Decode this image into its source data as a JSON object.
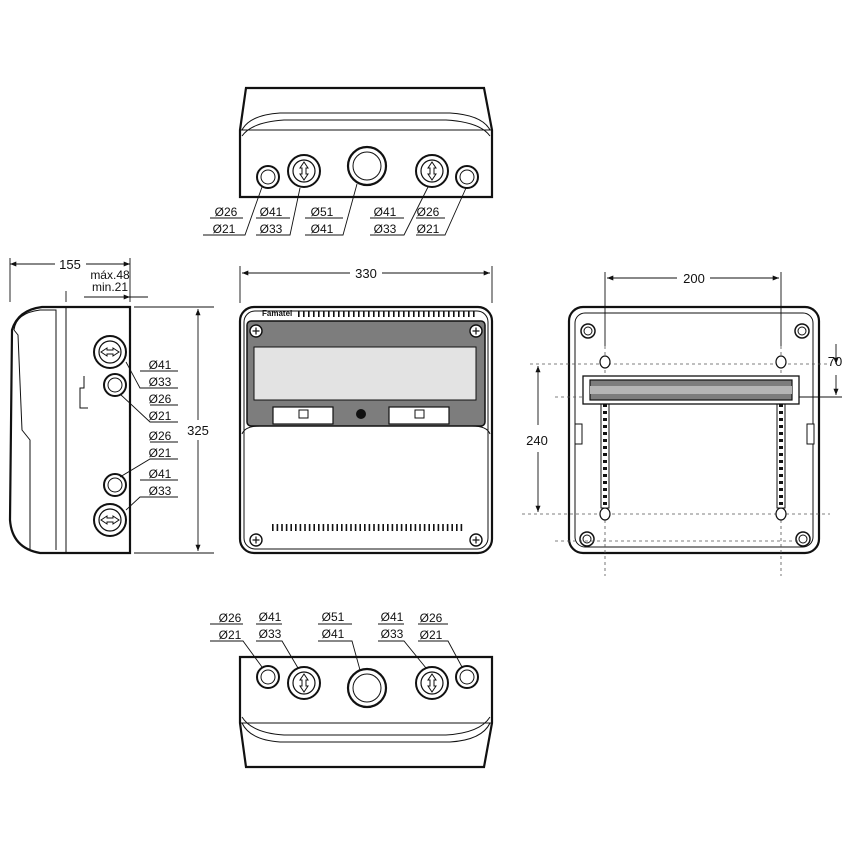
{
  "dimensions": {
    "depth": "155",
    "max_mount": "máx.48",
    "min_mount": "min.21",
    "width": "330",
    "height": "325",
    "hole_spacing_h": "200",
    "hole_spacing_v": "240",
    "rail_offset": "70"
  },
  "brand": "Famatel",
  "knockouts": {
    "small_outer": "Ø26",
    "small_inner": "Ø21",
    "medium_outer": "Ø41",
    "medium_inner": "Ø33",
    "large_outer": "Ø51",
    "large_inner": "Ø41"
  }
}
